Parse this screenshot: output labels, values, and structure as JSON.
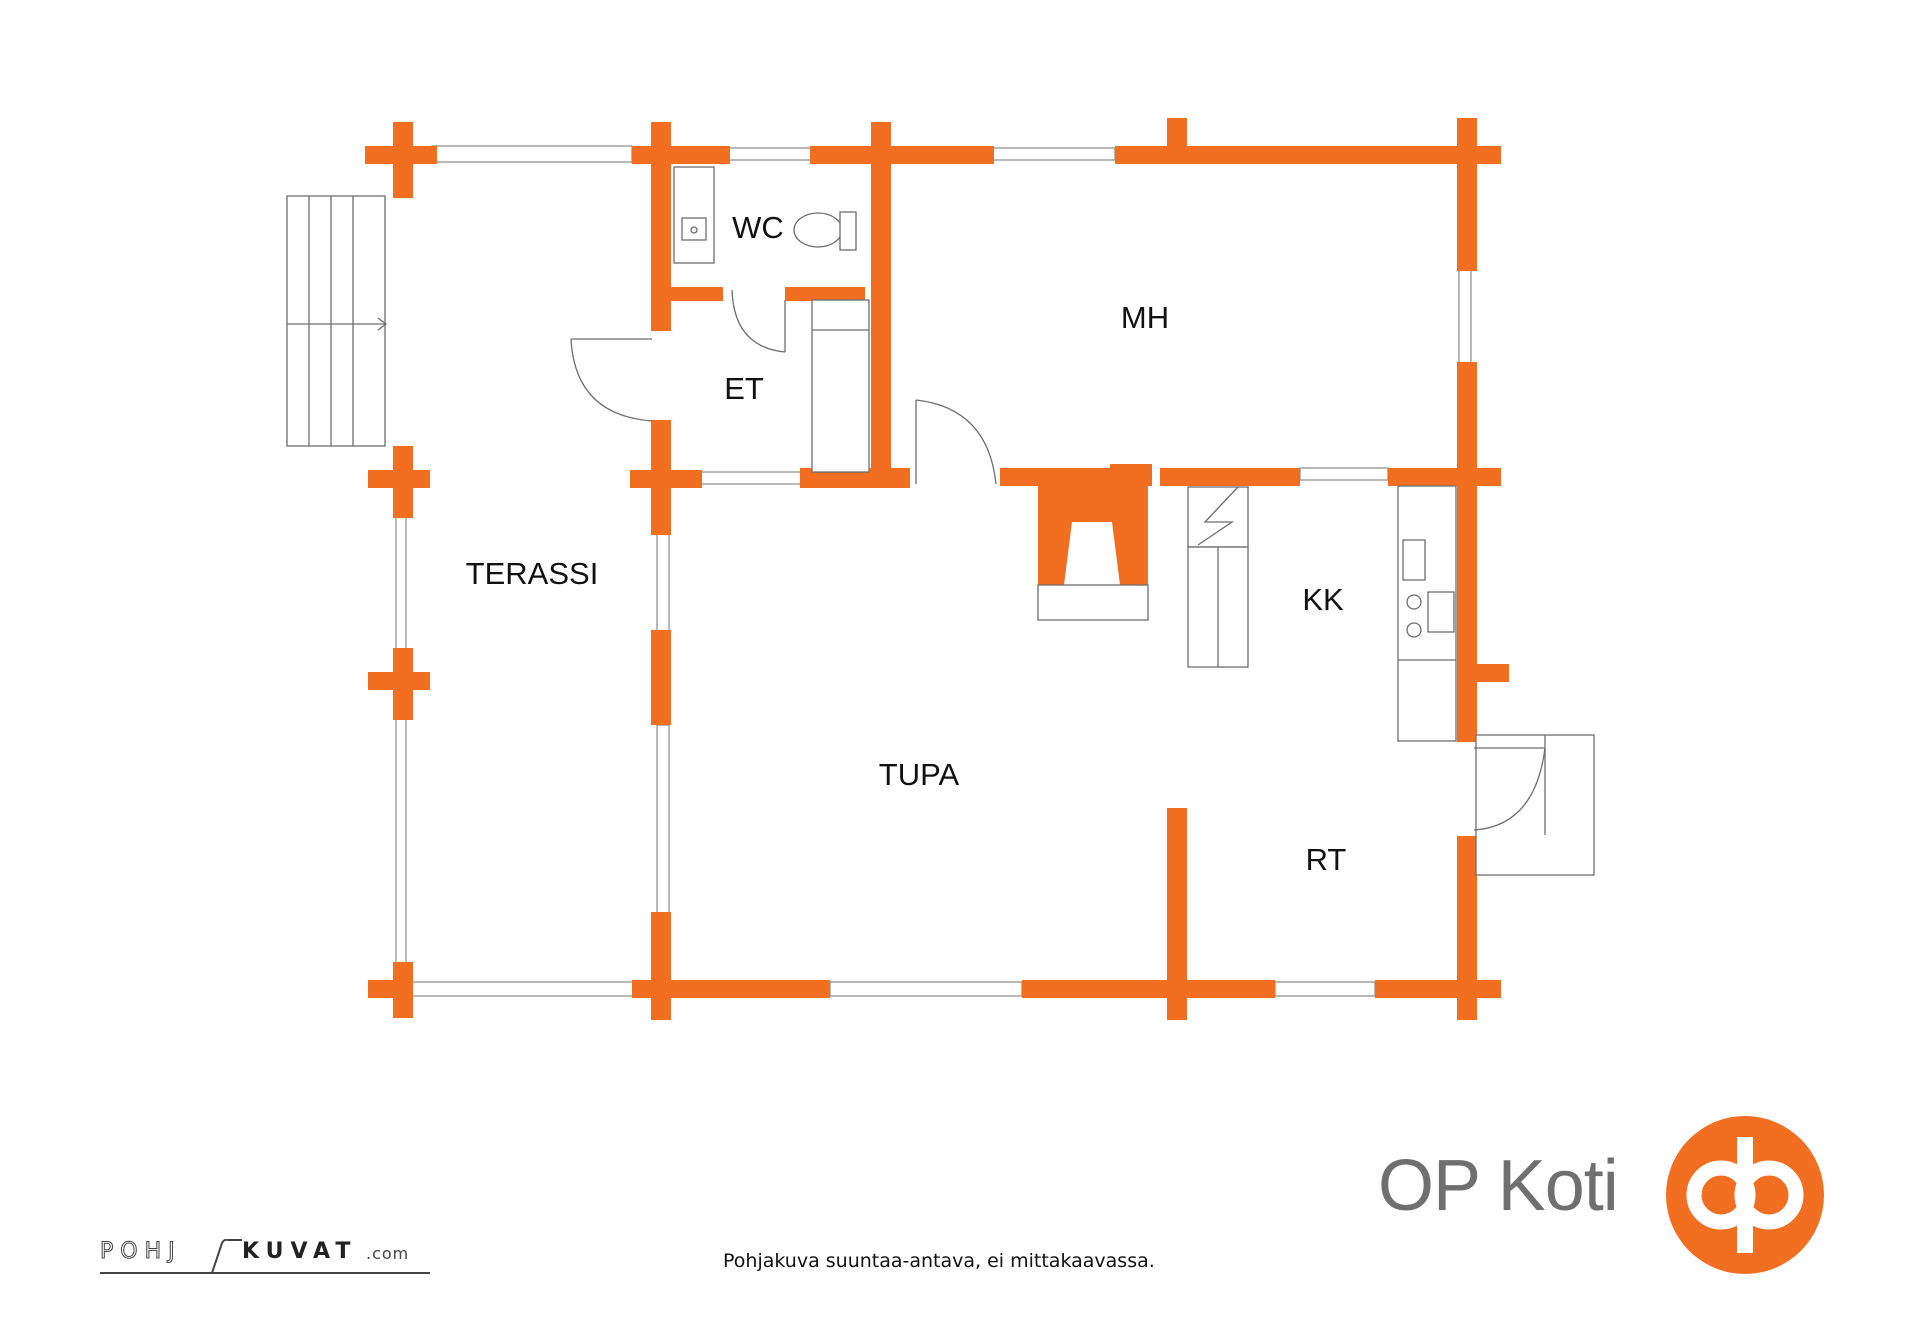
{
  "rooms": {
    "terassi": "TERASSI",
    "wc": "WC",
    "et": "ET",
    "mh": "MH",
    "kk": "KK",
    "tupa": "TUPA",
    "rt": "RT"
  },
  "footer": {
    "disclaimer": "Pohjakuva suuntaa-antava, ei mittakaavassa.",
    "pohjakuvat_left": "POHJ",
    "pohjakuvat_mid": "KUVAT",
    "pohjakuvat_right": ".com",
    "op_koti": "OP Koti"
  },
  "colors": {
    "wall": "#f26f21",
    "brand": "#f26f21",
    "text": "#111111"
  },
  "icons": {
    "brand_logo": "op-logo-icon"
  }
}
